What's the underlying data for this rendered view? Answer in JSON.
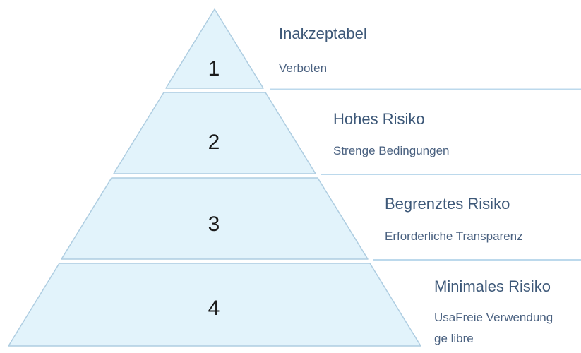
{
  "diagram": {
    "type": "pyramid",
    "levels": [
      {
        "number": "1",
        "title": "Inakzeptabel",
        "subtitle": "Verboten"
      },
      {
        "number": "2",
        "title": "Hohes Risiko",
        "subtitle": "Strenge Bedingungen"
      },
      {
        "number": "3",
        "title": "Begrenztes Risiko",
        "subtitle": "Erforderliche Transparenz"
      },
      {
        "number": "4",
        "title": "Minimales Risiko",
        "subtitle": "UsaFreie Verwendung",
        "subtitle_line2": "ge libre"
      }
    ],
    "colors": {
      "level_fill": "#e2f3fb",
      "level_border": "#aecde1",
      "separator_line": "#bcd9ec",
      "title_text": "#3d5878",
      "subtitle_text": "#4a6180",
      "number_text": "#1a1a1a",
      "background": "#ffffff"
    }
  }
}
